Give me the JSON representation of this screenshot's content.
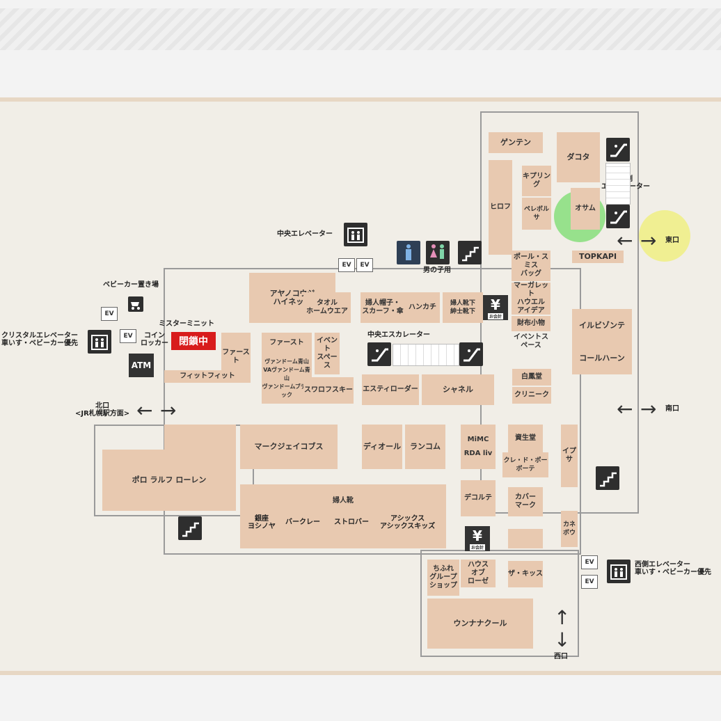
{
  "shops": {
    "gentan": "ゲンテン",
    "dakota": "ダコタ",
    "kipling": "キプリング",
    "hirofu": "ヒロフ",
    "pelle": "ペレボルサ",
    "osamu": "オサム",
    "topkapi": "TOPKAPI",
    "paul_smith": "ポール・スミス\nバッグ",
    "margaret": "マーガレット\nハウエル\nアイデア",
    "saifu": "財布小物",
    "event_space_r": "イベントスペース",
    "il_bisonte": "イルビゾンテ",
    "cole_haan": "コールハーン",
    "ayano": "アヤノコウジ\nハイネット",
    "towel": "タオル\nホームウエア",
    "fujin_boushi": "婦人帽子・\nスカーフ・傘",
    "hankachi": "ハンカチ",
    "socks": "婦人靴下\n紳士靴下",
    "first_left": "ファースト",
    "first_mid": "ファースト",
    "vendome": "ヴァンドーム青山\nVAヴァンドーム青山\nヴァンドームブティック",
    "event_space_c": "イベント\nスペース",
    "swarovski": "スワロフスキー",
    "estee": "エスティローダー",
    "chanel": "シャネル",
    "ginza_mahrou": "白鳳堂",
    "clinic": "クリニーク",
    "fit": "フィットフィット",
    "polo": "ポロ ラルフ ローレン",
    "marc": "マークジェイコブス",
    "dior": "ディオール",
    "lancome": "ランコム",
    "mimc": "MiMC\nRDA liv",
    "shiseido": "資生堂",
    "cle": "クレ・ド・ポー\nボーテ",
    "ipsa": "イプサ",
    "fujin_kutsu": "婦人靴",
    "yoshinoya": "銀座\nヨシノヤ",
    "berkley": "バークレー",
    "stroby": "ストロバー",
    "asics": "アシックス\nアシックスキッズ",
    "decorte": "デコルテ",
    "covermark": "カバー\nマーク",
    "kanebo": "カネボウ",
    "chifure": "ちふれ\nグループ\nショップ",
    "house_of_rose": "ハウス\nオブ\nローゼ",
    "the_kiss": "ザ・キッス",
    "unnana": "ウンナナクール"
  },
  "labels": {
    "central_elevator": "中央エレベーター",
    "baby_car": "ベビーカー置き場",
    "crystal_elevator": "クリスタルエレベーター\n車いす・ベビーカー優先",
    "mister_minit": "ミスターミニット",
    "coin_locker": "コイン\nロッカー",
    "closed": "閉鎖中",
    "atm": "ATM",
    "toilet": "男の子用",
    "central_escalator": "中央エスカレーター",
    "east_escalator": "東側\nエスカレーター",
    "east_exit": "東口",
    "south_exit": "南口",
    "north_exit": "北口\n<JR札幌駅方面>",
    "west_exit": "西口",
    "west_elevator": "西側エレベーター\n車いす・ベビーカー優先",
    "ev": "EV",
    "yen_sub": "お会計"
  },
  "icons": [
    "escalator-icon",
    "elevator-icon",
    "stairs-icon",
    "restroom-icon",
    "baby-car-icon",
    "yen-icon",
    "arrow-icon"
  ],
  "colors": {
    "shop": "#e8c9b0",
    "closed": "#d81c1c",
    "highlight_green": "#78dc6e",
    "highlight_yellow": "#f0f06e"
  }
}
